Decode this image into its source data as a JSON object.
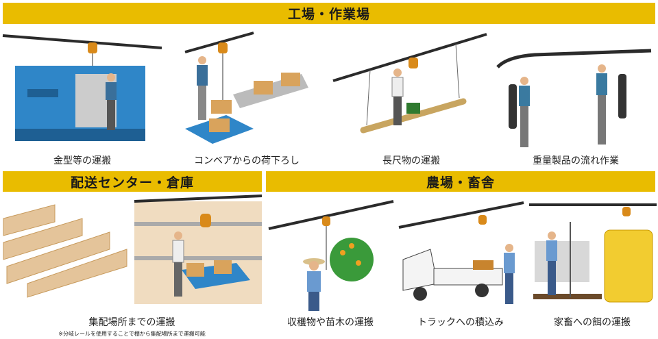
{
  "sections": {
    "factory": {
      "title": "工場・作業場",
      "panels": [
        {
          "caption": "金型等の運搬",
          "scene": "machine"
        },
        {
          "caption": "コンベアからの荷下ろし",
          "scene": "conveyor"
        },
        {
          "caption": "長尺物の運搬",
          "scene": "long"
        },
        {
          "caption": "重量製品の流れ作業",
          "scene": "heavy"
        }
      ]
    },
    "warehouse": {
      "title": "配送センター・倉庫",
      "panels": [
        {
          "caption": "集配場所までの運搬",
          "note": "※分岐レールを使用することで棚から集配場所まで運搬可能",
          "scene": "warehouse"
        }
      ]
    },
    "farm": {
      "title": "農場・畜舎",
      "panels": [
        {
          "caption": "収穫物や苗木の運搬",
          "scene": "tree"
        },
        {
          "caption": "トラックへの積込み",
          "scene": "truck"
        },
        {
          "caption": "家畜への餌の運搬",
          "scene": "feed"
        }
      ]
    }
  },
  "colors": {
    "banner": "#E9BC00",
    "rail": "#2b2b2b",
    "hoist": "#d98a1a",
    "machine": "#2f86c8",
    "box": "#d9a35c"
  }
}
